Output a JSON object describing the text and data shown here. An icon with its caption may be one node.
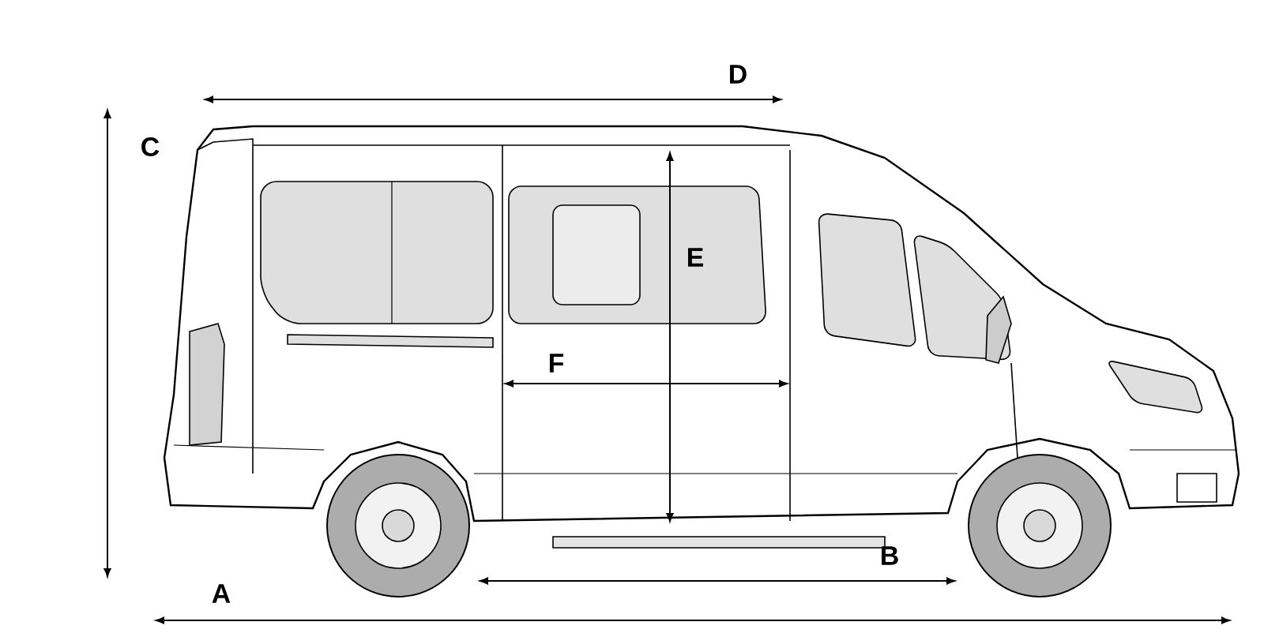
{
  "diagram": {
    "labels": [
      "D",
      "C",
      "E",
      "F",
      "B",
      "A"
    ]
  }
}
